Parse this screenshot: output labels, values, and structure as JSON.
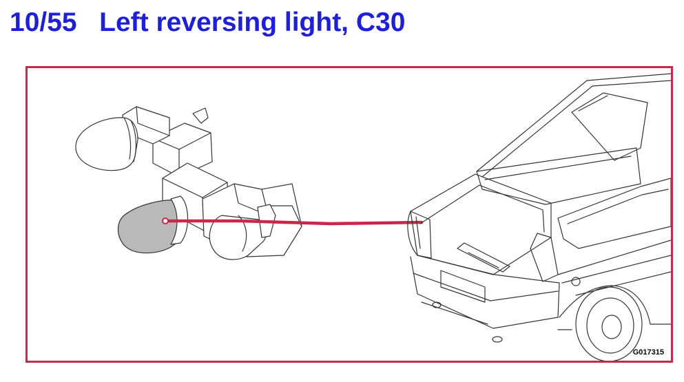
{
  "header": {
    "figure_number": "10/55",
    "title": "Left reversing light, C30"
  },
  "illustration": {
    "image_code": "G017315",
    "frame_color": "#c8284a",
    "title_color": "#1f1fd8",
    "highlighted_bulb_color": "#b9b9b9",
    "pointer_color": "#c8284a"
  }
}
